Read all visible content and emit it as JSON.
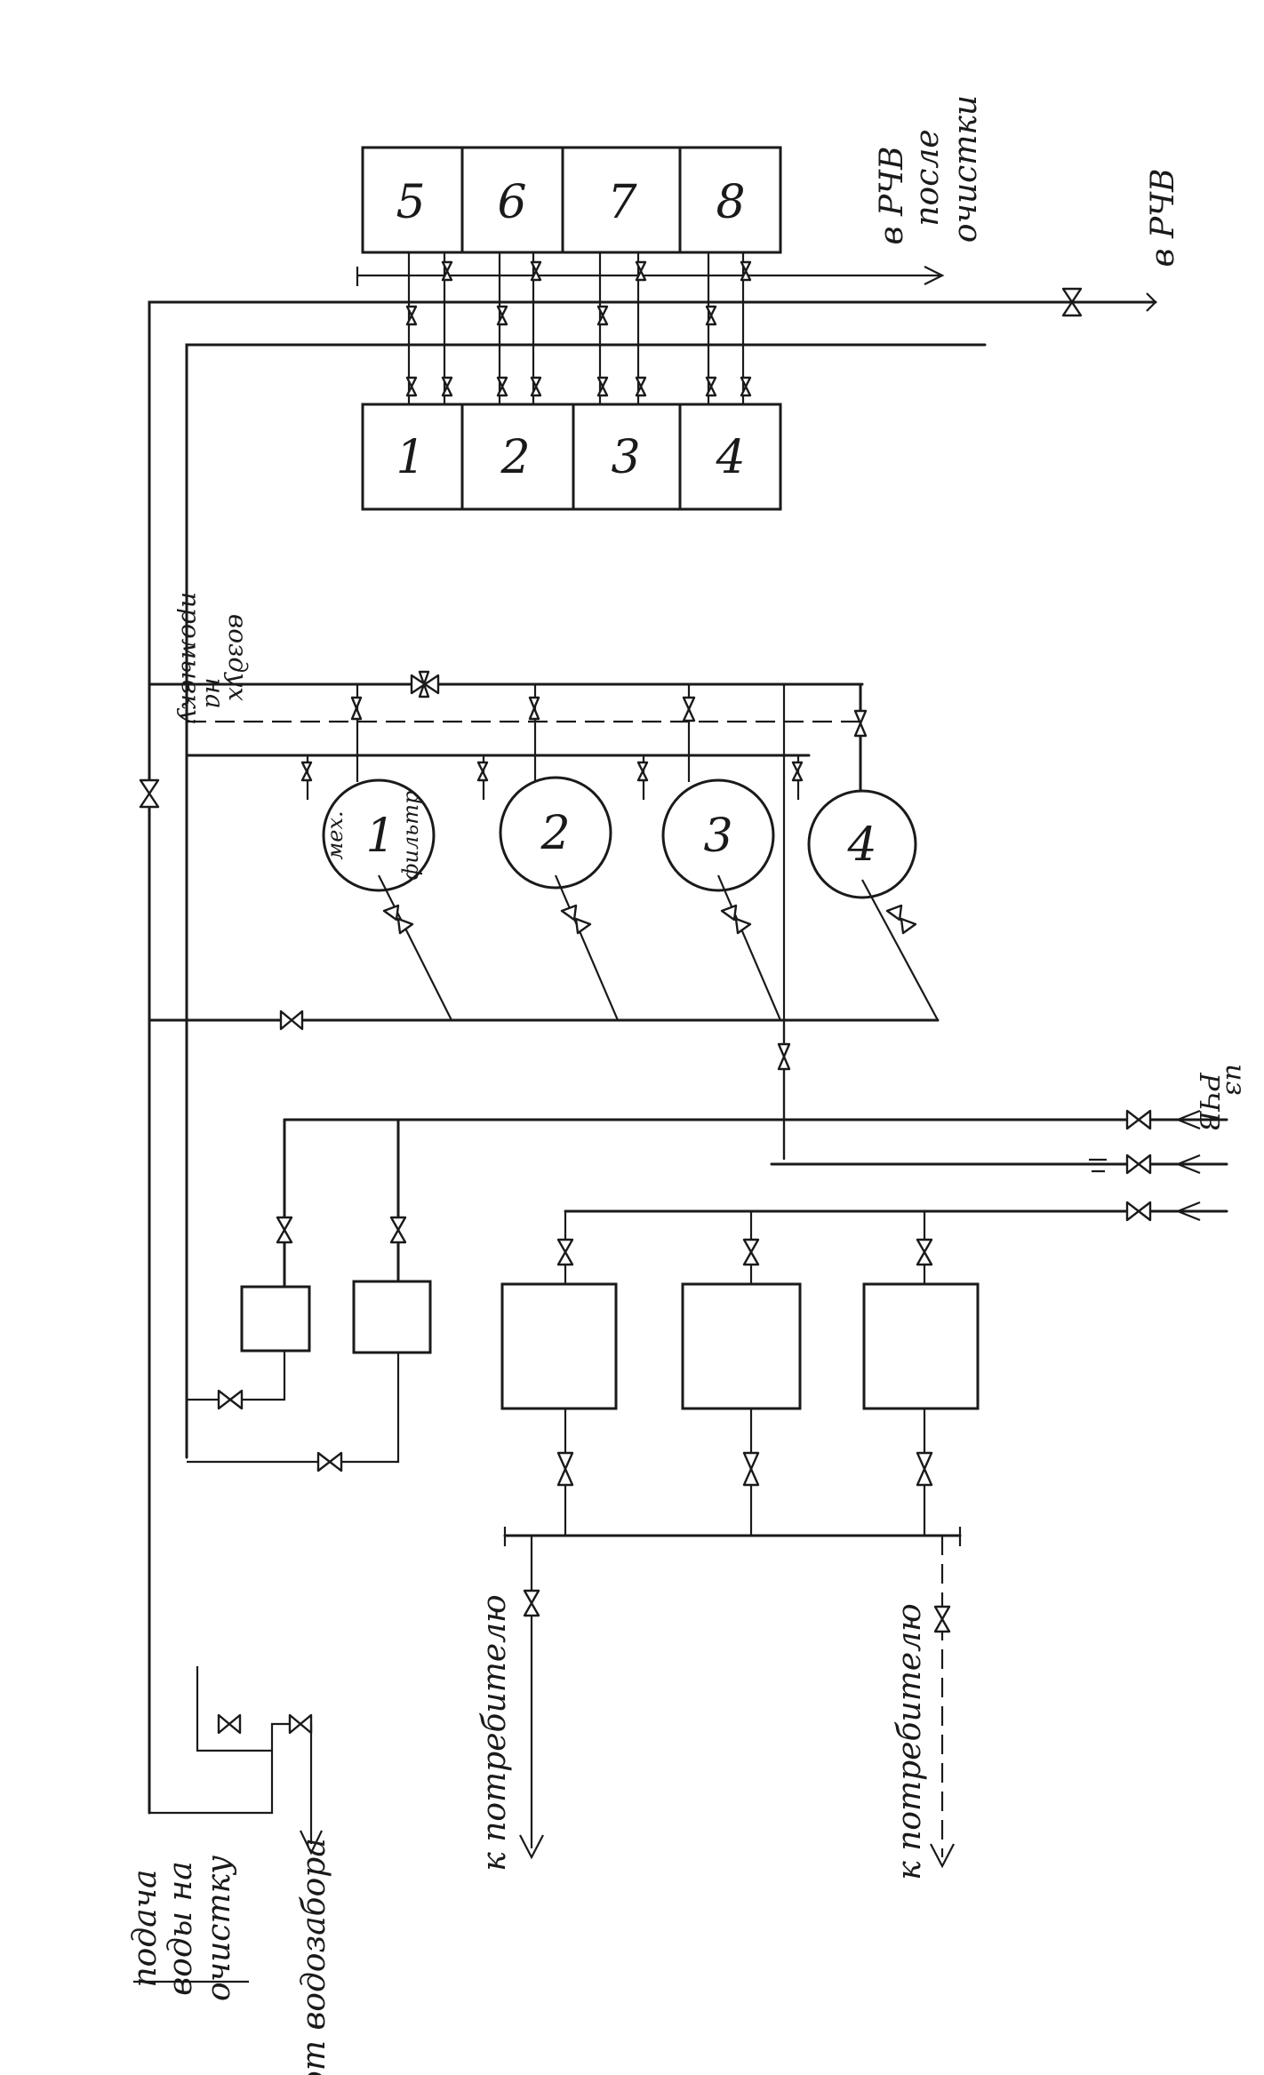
{
  "diagram": {
    "type": "water treatment piping scheme",
    "line_color": "#1a1a1a",
    "background": "#ffffff",
    "tank_labels": [
      "1",
      "2",
      "3",
      "4",
      "5",
      "6",
      "7",
      "8"
    ],
    "filter_labels": [
      "1",
      "2",
      "3",
      "4"
    ],
    "filter_1_caption_a": "мех.",
    "filter_1_caption_b": "фильтр",
    "labels": {
      "to_rchv_after_treatment_1": "в РЧВ",
      "to_rchv_after_treatment_2": "после",
      "to_rchv_after_treatment_3": "очистки",
      "to_rchv": "в РЧВ",
      "from_rchv_1": "из",
      "from_rchv_2": "РЧВ",
      "air_intake_1": "воздух",
      "air_intake_2": "на",
      "air_intake_3": "промывку",
      "water_supply_1": "подача",
      "water_supply_2": "воды на",
      "water_supply_3": "очистку",
      "from_intake": "от водозабора",
      "to_consumer_1": "к потребителю",
      "to_consumer_2": "к потребителю"
    },
    "icons": [
      "gate-valve-icon",
      "flow-arrow-icon"
    ]
  }
}
